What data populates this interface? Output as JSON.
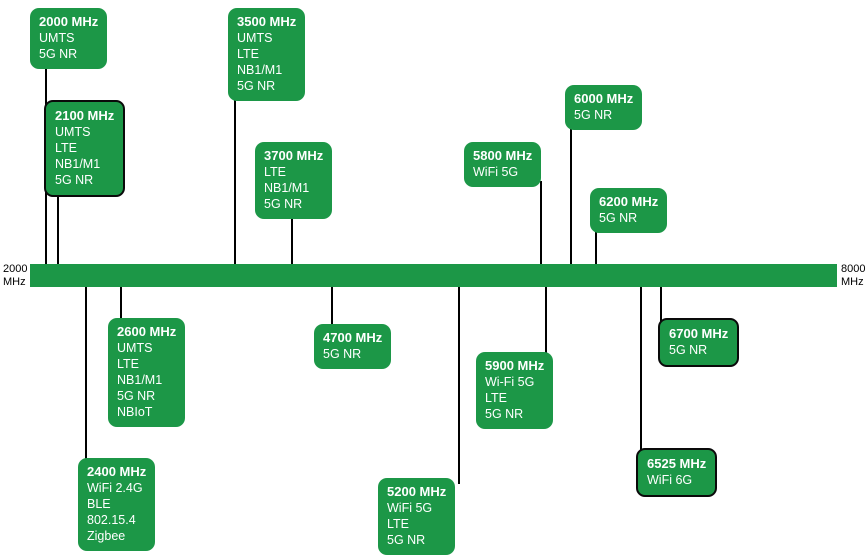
{
  "colors": {
    "band_green": "#1c9747",
    "text_on_band": "#ffffff",
    "connector_black": "#000000",
    "axis_text_black": "#000000"
  },
  "axis": {
    "start_value": "2000",
    "start_unit": "MHz",
    "end_value": "8000",
    "end_unit": "MHz"
  },
  "bands": {
    "2000": {
      "title": "2000 MHz",
      "techs": [
        "UMTS",
        "5G NR"
      ],
      "side": "above",
      "highlighted": false
    },
    "2100": {
      "title": "2100 MHz",
      "techs": [
        "UMTS",
        "LTE",
        "NB1/M1",
        "5G NR"
      ],
      "side": "above",
      "highlighted": true
    },
    "3500": {
      "title": "3500 MHz",
      "techs": [
        "UMTS",
        "LTE",
        "NB1/M1",
        "5G NR"
      ],
      "side": "above",
      "highlighted": false
    },
    "3700": {
      "title": "3700 MHz",
      "techs": [
        "LTE",
        "NB1/M1",
        "5G NR"
      ],
      "side": "above",
      "highlighted": false
    },
    "5800": {
      "title": "5800 MHz",
      "techs": [
        "WiFi 5G"
      ],
      "side": "above",
      "highlighted": false
    },
    "6000": {
      "title": "6000 MHz",
      "techs": [
        "5G NR"
      ],
      "side": "above",
      "highlighted": false
    },
    "6200": {
      "title": "6200 MHz",
      "techs": [
        "5G NR"
      ],
      "side": "above",
      "highlighted": false
    },
    "2600": {
      "title": "2600 MHz",
      "techs": [
        "UMTS",
        "LTE",
        "NB1/M1",
        "5G NR",
        "NBIoT"
      ],
      "side": "below",
      "highlighted": false
    },
    "2400": {
      "title": "2400 MHz",
      "techs": [
        "WiFi 2.4G",
        "BLE",
        "802.15.4",
        "Zigbee"
      ],
      "side": "below",
      "highlighted": false
    },
    "4700": {
      "title": "4700 MHz",
      "techs": [
        "5G NR"
      ],
      "side": "below",
      "highlighted": false
    },
    "5200": {
      "title": "5200 MHz",
      "techs": [
        "WiFi 5G",
        "LTE",
        "5G NR"
      ],
      "side": "below",
      "highlighted": false
    },
    "5900": {
      "title": "5900 MHz",
      "techs": [
        "Wi-Fi 5G",
        "LTE",
        "5G NR"
      ],
      "side": "below",
      "highlighted": false
    },
    "6700": {
      "title": "6700 MHz",
      "techs": [
        "5G NR"
      ],
      "side": "below",
      "highlighted": true
    },
    "6525": {
      "title": "6525 MHz",
      "techs": [
        "WiFi 6G"
      ],
      "side": "below",
      "highlighted": true
    }
  }
}
